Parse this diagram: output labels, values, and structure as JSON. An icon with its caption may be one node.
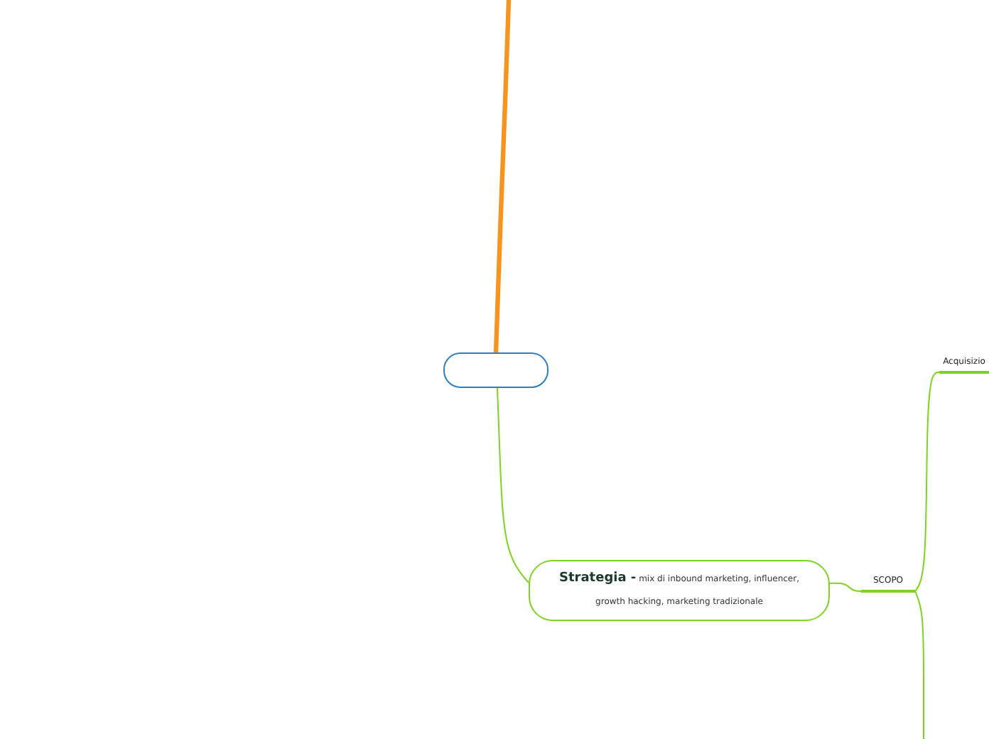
{
  "diagram": {
    "nodes": [
      {
        "text": [],
        "shape": "box"
      },
      {
        "text": [
          "**Strategia -** mix di inbound marketing, influencer, growth hacking, marketing tradizionale"
        ]
      },
      {
        "text": [
          "SCOPO"
        ]
      },
      {
        "text": [
          "Acquisizio"
        ]
      }
    ],
    "edges": [
      {
        "from": 0,
        "to": null,
        "arrow": "none",
        "color": "#f7941d",
        "style": "thick"
      },
      {
        "from": 0,
        "to": 1,
        "arrow": "none"
      },
      {
        "from": 1,
        "to": 2,
        "arrow": "none"
      },
      {
        "from": 2,
        "to": 3,
        "arrow": "none"
      },
      {
        "from": 2,
        "to": null,
        "arrow": "none"
      }
    ]
  }
}
